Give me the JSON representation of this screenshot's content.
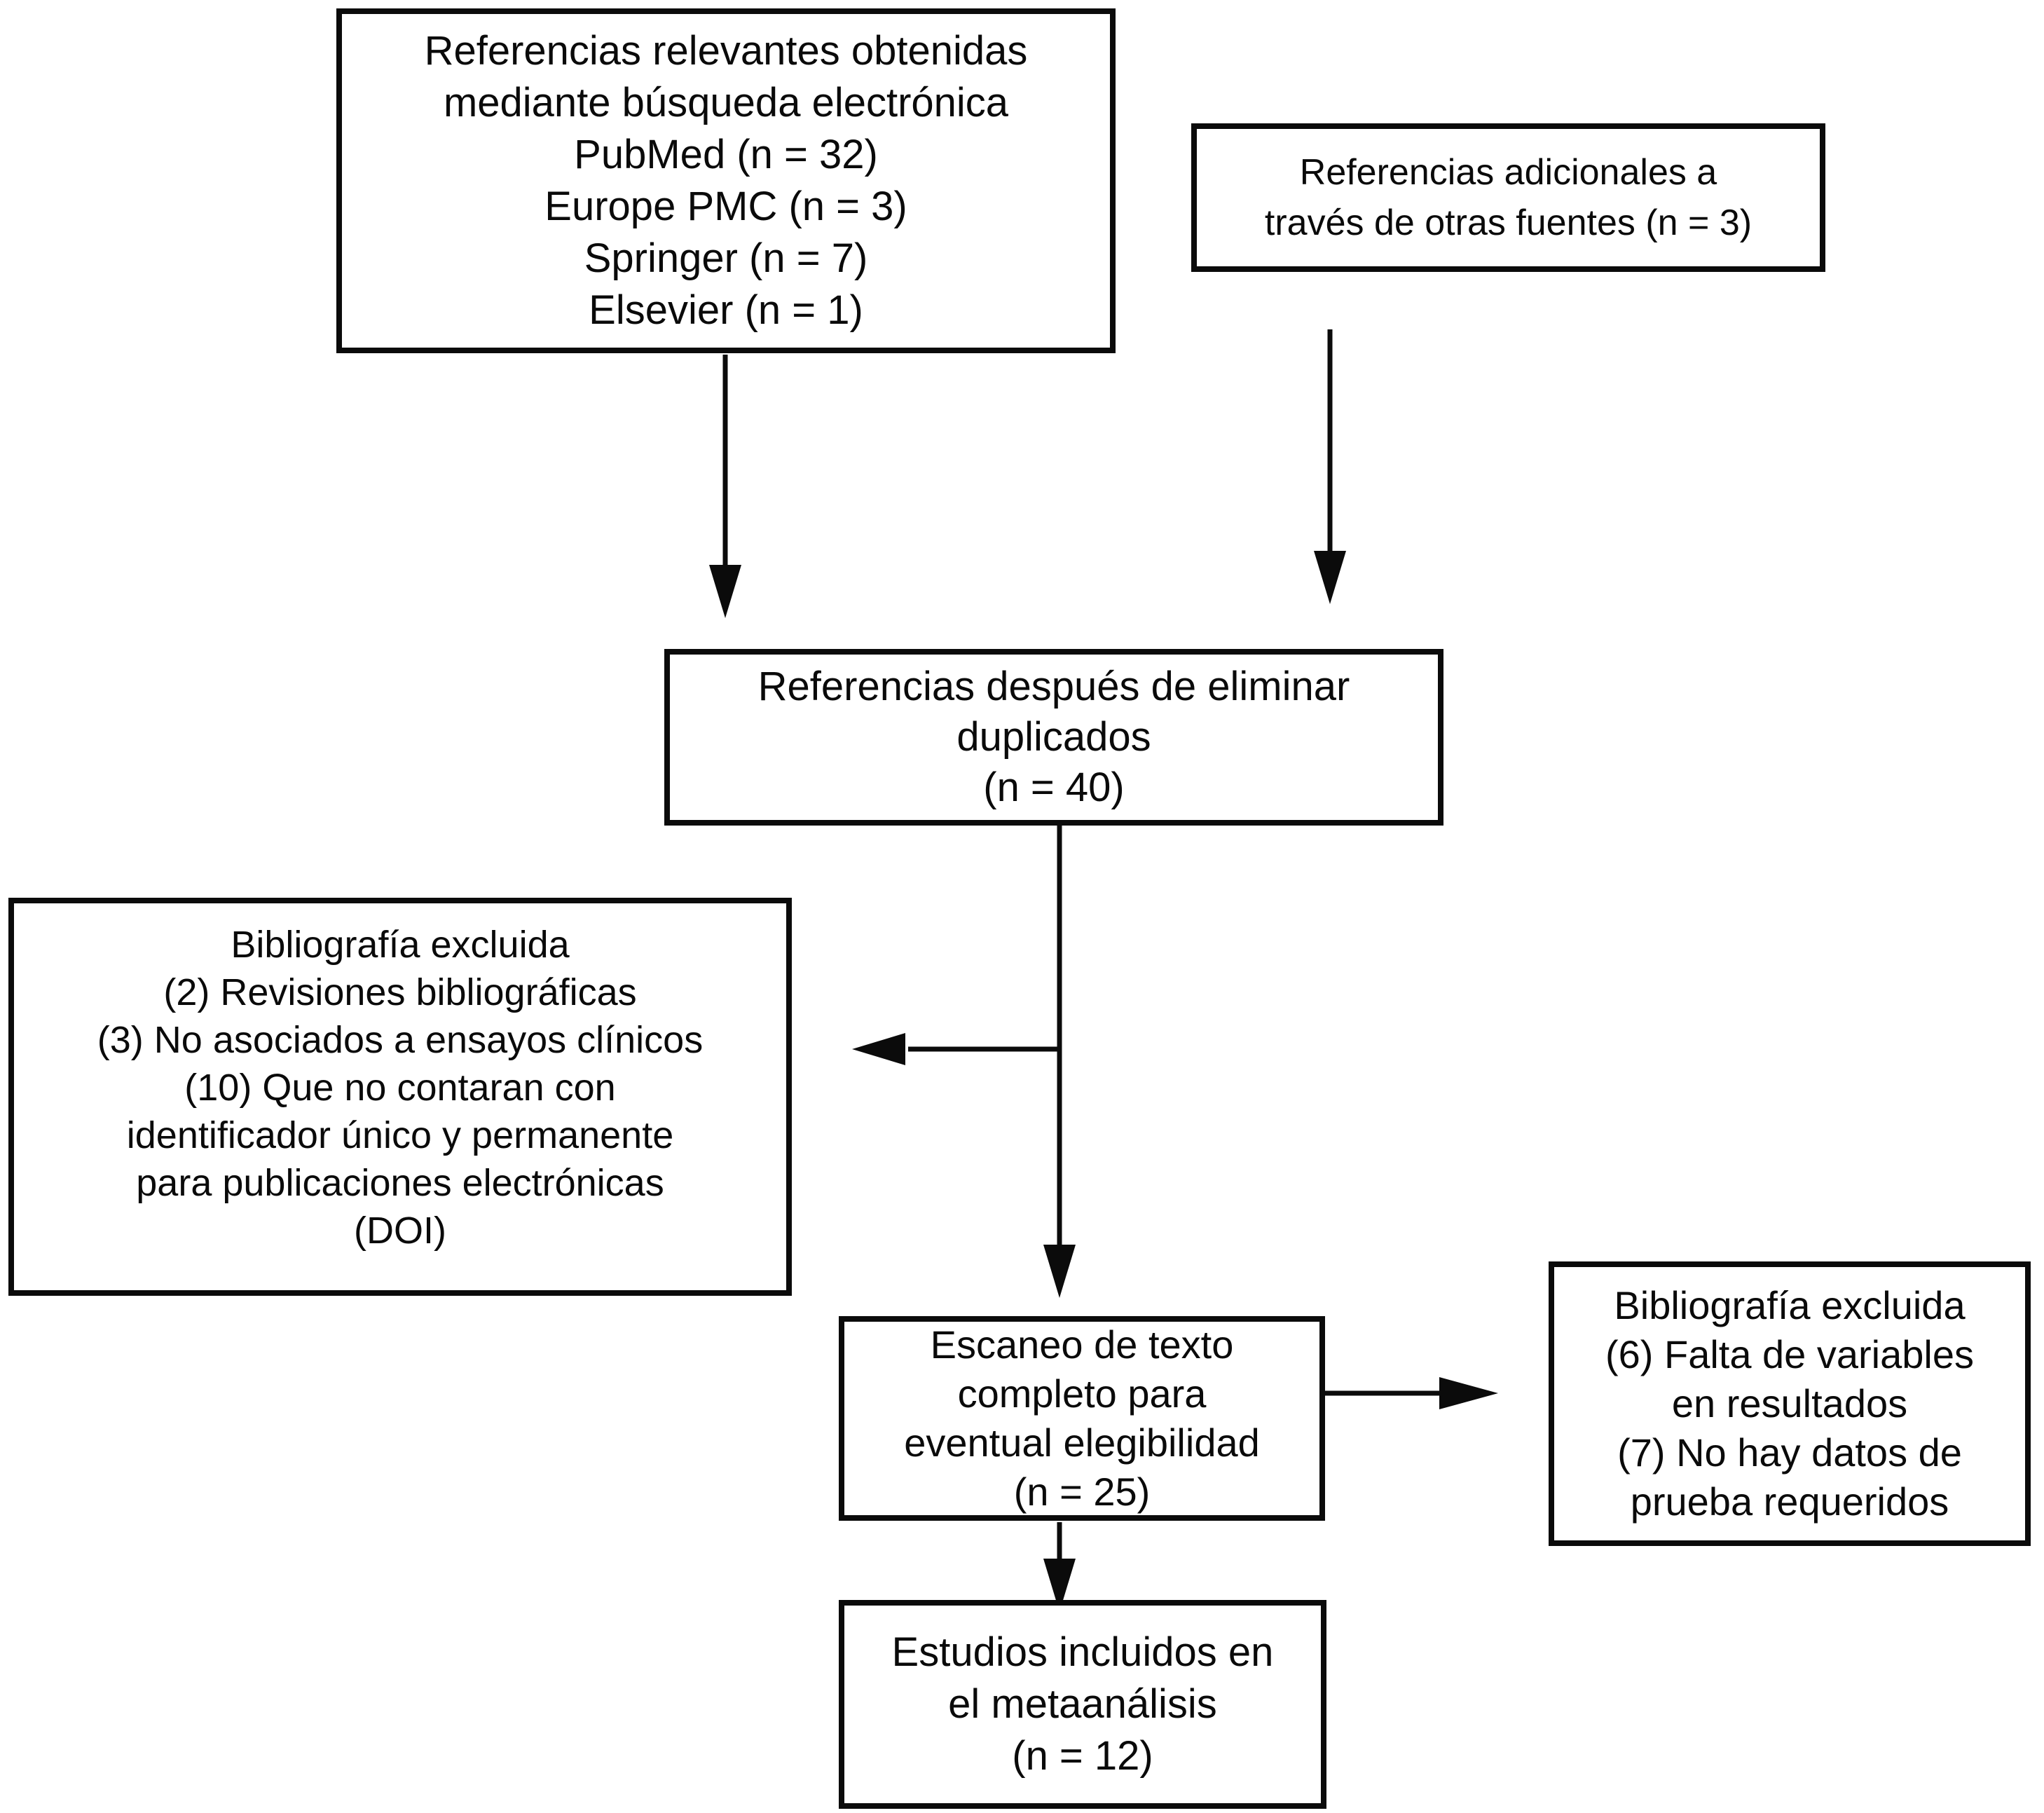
{
  "figure": {
    "type": "flowchart",
    "description": "PRISMA-style study selection flow diagram (Spanish)",
    "colors": {
      "background": "#ffffff",
      "ink": "#0b0b0b"
    },
    "boxes": {
      "search": {
        "text": "Referencias relevantes obtenidas\nmediante búsqueda electrónica\nPubMed (n = 32)\nEurope PMC (n = 3)\nSpringer (n = 7)\nElsevier (n = 1)"
      },
      "additional": {
        "text": "Referencias adicionales a\ntravés de otras fuentes (n = 3)"
      },
      "dedup": {
        "text": "Referencias después de eliminar\nduplicados\n(n = 40)"
      },
      "excluded1": {
        "text": "Bibliografía excluida\n(2) Revisiones bibliográficas\n(3) No asociados a ensayos clínicos\n(10) Que no contaran con\nidentificador único y permanente\npara publicaciones electrónicas\n(DOI)"
      },
      "fulltext": {
        "text": "Escaneo de texto\ncompleto para\neventual elegibilidad\n(n = 25)"
      },
      "excluded2": {
        "text": "Bibliografía excluida\n(6) Falta de variables\nen resultados\n(7) No hay datos de\nprueba requeridos"
      },
      "included": {
        "text": "Estudios incluidos en\nel metaanálisis\n(n = 12)"
      }
    },
    "arrows": [
      {
        "from": "search",
        "to": "dedup",
        "direction": "down"
      },
      {
        "from": "additional",
        "to": "dedup",
        "direction": "down"
      },
      {
        "from": "dedup",
        "to": "excluded1",
        "direction": "left"
      },
      {
        "from": "dedup",
        "to": "fulltext",
        "direction": "down"
      },
      {
        "from": "fulltext",
        "to": "excluded2",
        "direction": "right"
      },
      {
        "from": "fulltext",
        "to": "included",
        "direction": "down"
      }
    ]
  }
}
